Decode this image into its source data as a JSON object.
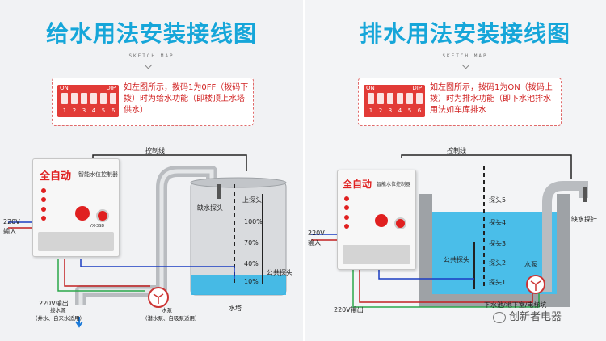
{
  "left": {
    "title": "给水用法安装接线图",
    "sketch_label": "SKETCH MAP",
    "dip": {
      "on": "ON",
      "dip": "DIP",
      "numbers": [
        "1",
        "2",
        "3",
        "4",
        "5",
        "6"
      ]
    },
    "note": "如左图所示，拨码1为0FF（拨码下拨）时为给水功能（即楼顶上水塔供水）",
    "control_line": "控制线",
    "brand_main": "全自动",
    "brand_sub": "智能水位控制器",
    "model": "YX-3SD",
    "input_220": "220V",
    "input_220b": "输入",
    "output_220": "220V输出",
    "water_source": "接水源",
    "water_source_note": "（井水、自来水适用）",
    "pump": "水泵",
    "pump_note": "（潜水泵、自吸泵适用）",
    "missing_probe": "缺水探头",
    "upper_probe": "上探头",
    "levels": [
      "100%",
      "70%",
      "40%",
      "10%"
    ],
    "common_probe": "公共探头",
    "tower": "水塔"
  },
  "right": {
    "title": "排水用法安装接线图",
    "sketch_label": "SKETCH MAP",
    "dip": {
      "on": "ON",
      "dip": "DIP",
      "numbers": [
        "1",
        "2",
        "3",
        "4",
        "5",
        "6"
      ]
    },
    "note": "如左图所示，拨码1为ON（拨码上拨）时为排水功能（即下水池排水用法如车库排水",
    "control_line": "控制线",
    "brand_main": "全自动",
    "brand_sub": "智能水位控制器",
    "input_220": "220V",
    "input_220b": "输入",
    "output_220": "220V输出",
    "probes": [
      "探头5",
      "探头4",
      "探头3",
      "探头2",
      "探头1"
    ],
    "common_probe": "公共探头",
    "missing_probe": "缺水探针",
    "pump": "水泵",
    "pool": "下水池/地下室/电梯坑"
  },
  "watermark": "创新者电器",
  "colors": {
    "title": "#16a6d9",
    "red": "#e02020",
    "water": "#2bb4e6",
    "pipe": "#b9bcc0"
  }
}
